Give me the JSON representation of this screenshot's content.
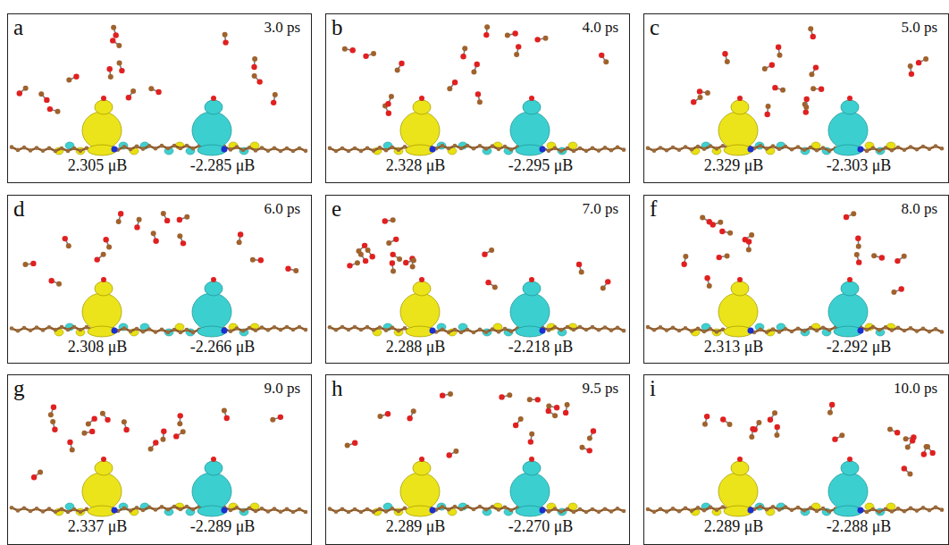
{
  "diagram": {
    "nodes": [
      {
        "text": [
          "a",
          "3.0 ps",
          "2.305 μB",
          "-2.285 μB"
        ]
      },
      {
        "text": [
          "b",
          "4.0 ps",
          "2.328 μB",
          "-2.295 μB"
        ]
      },
      {
        "text": [
          "c",
          "5.0 ps",
          "2.329 μB",
          "-2.303 μB"
        ]
      },
      {
        "text": [
          "d",
          "6.0 ps",
          "2.308 μB",
          "-2.266 μB"
        ]
      },
      {
        "text": [
          "e",
          "7.0 ps",
          "2.288 μB",
          "-2.218 μB"
        ]
      },
      {
        "text": [
          "f",
          "8.0 ps",
          "2.313 μB",
          "-2.292 μB"
        ]
      },
      {
        "text": [
          "g",
          "9.0 ps",
          "2.337 μB",
          "-2.289 μB"
        ]
      },
      {
        "text": [
          "h",
          "9.5 ps",
          "2.289 μB",
          "-2.270 μB"
        ]
      },
      {
        "text": [
          "i",
          "10.0 ps",
          "2.289 μB",
          "-2.288 μB"
        ]
      }
    ]
  }
}
